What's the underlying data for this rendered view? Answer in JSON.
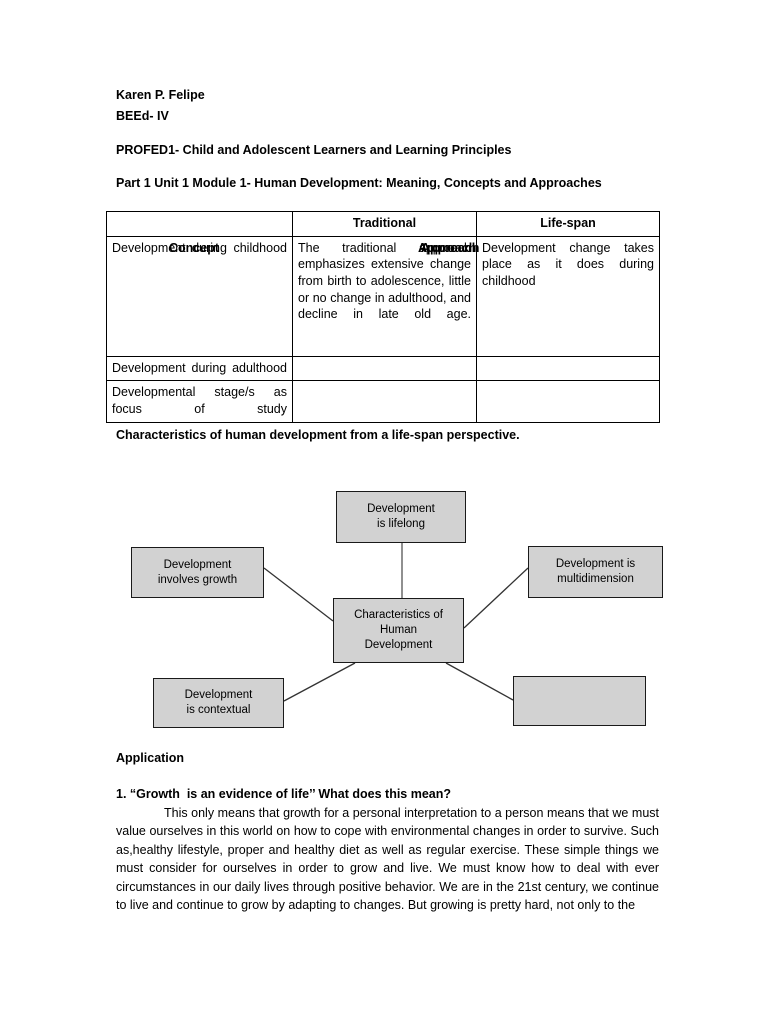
{
  "document": {
    "header": {
      "student_name": "Karen P. Felipe",
      "program": "BEEd- IV",
      "course": "PROFED1- Child and Adolescent Learners and Learning Principles",
      "module": "Part 1 Unit 1 Module 1- Human Development: Meaning, Concepts and Approaches"
    },
    "table": {
      "col_headers": {
        "corner": "",
        "traditional": "Traditional",
        "lifespan": "Life-span"
      },
      "overlap_labels": {
        "concept": "Concept",
        "approach": "Approach"
      },
      "rows": [
        {
          "left": "Development          during\nchildhood",
          "middle": "The traditional approach\nemphasizes extensive\nchange from birth to\nadolescence, little or no\nchange in adulthood, and\ndecline in late old age.",
          "right": "Development          change\ntakes\nplace as it does during\nchildhood"
        },
        {
          "left": "Development          during\nadulthood",
          "middle": "",
          "right": ""
        },
        {
          "left": "Developmental  stage/s  as\nfocus of study",
          "middle": "",
          "right": ""
        }
      ]
    },
    "diagram": {
      "caption": "Characteristics of human development from a life-span perspective.",
      "center_node": "Characteristics of\nHuman\nDevelopment",
      "nodes": [
        {
          "id": "lifelong",
          "label": "Development\nis lifelong"
        },
        {
          "id": "growth",
          "label": "Development\ninvolves growth"
        },
        {
          "id": "multidim",
          "label": "Development is\nmultidimension"
        },
        {
          "id": "contextual",
          "label": "Development\nis contextual"
        },
        {
          "id": "empty",
          "label": ""
        }
      ],
      "box_fill_color": "#d2d2d2",
      "box_border_color": "#1a1a1a"
    },
    "application": {
      "section_title": "Application",
      "question": "1. “Growth  is an evidence of life’’ What does this mean?",
      "answer": "This only means that growth for a personal interpretation to a person means that we must value ourselves in this world on how to cope with environmental changes in order to survive. Such as,healthy lifestyle, proper and healthy diet as well as regular exercise. These simple things we must consider for ourselves in order to grow and live. We must know how to deal with ever circumstances in our daily lives through positive behavior. We are in the 21st century, we continue to live and continue to grow by adapting to changes. But growing is pretty hard, not only to the"
    }
  }
}
